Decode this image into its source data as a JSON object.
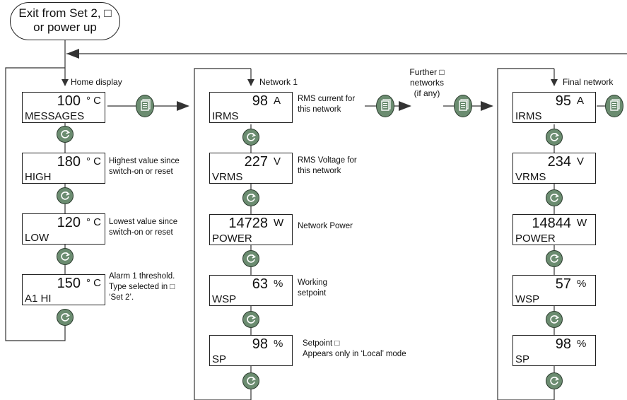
{
  "start": {
    "line1": "Exit from Set 2, □",
    "line2": "or power up"
  },
  "columns": [
    {
      "heading": "Home display",
      "displays": [
        {
          "value": "100",
          "unit": "° C",
          "param": "MESSAGES",
          "note": []
        },
        {
          "value": "180",
          "unit": "° C",
          "param": "HIGH",
          "note": [
            "Highest value since",
            "switch-on or reset"
          ]
        },
        {
          "value": "120",
          "unit": "° C",
          "param": "LOW",
          "note": [
            "Lowest value since",
            "switch-on or reset"
          ]
        },
        {
          "value": "150",
          "unit": "° C",
          "param": "A1 HI",
          "note": [
            "Alarm 1 threshold.",
            "Type selected in □",
            "‘Set 2’."
          ]
        }
      ]
    },
    {
      "heading": "Network 1",
      "displays": [
        {
          "value": "98",
          "unit": "A",
          "param": "IRMS",
          "note": [
            "RMS current for",
            "this network"
          ]
        },
        {
          "value": "227",
          "unit": "V",
          "param": "VRMS",
          "note": [
            "RMS Voltage for",
            "this network"
          ]
        },
        {
          "value": "14728",
          "unit": "W",
          "param": "POWER",
          "note": [
            "Network Power"
          ]
        },
        {
          "value": "63",
          "unit": "%",
          "param": "WSP",
          "note": [
            "Working",
            "setpoint"
          ]
        },
        {
          "value": "98",
          "unit": "%",
          "param": "SP",
          "note": [
            "Setpoint □",
            "Appears only in ‘Local’ mode"
          ]
        }
      ]
    },
    {
      "heading": "Final network",
      "displays": [
        {
          "value": "95",
          "unit": "A",
          "param": "IRMS",
          "note": []
        },
        {
          "value": "234",
          "unit": "V",
          "param": "VRMS",
          "note": []
        },
        {
          "value": "14844",
          "unit": "W",
          "param": "POWER",
          "note": []
        },
        {
          "value": "57",
          "unit": "%",
          "param": "WSP",
          "note": []
        },
        {
          "value": "98",
          "unit": "%",
          "param": "SP",
          "note": []
        }
      ]
    }
  ],
  "further": [
    "Further □",
    "networks",
    "(if any)"
  ],
  "icons": {
    "scroll": "scroll-button-icon",
    "page": "page-button-icon"
  },
  "colors": {
    "button_fill": "#6b8c70",
    "button_stroke": "#2b3c2e",
    "line": "#333333"
  }
}
